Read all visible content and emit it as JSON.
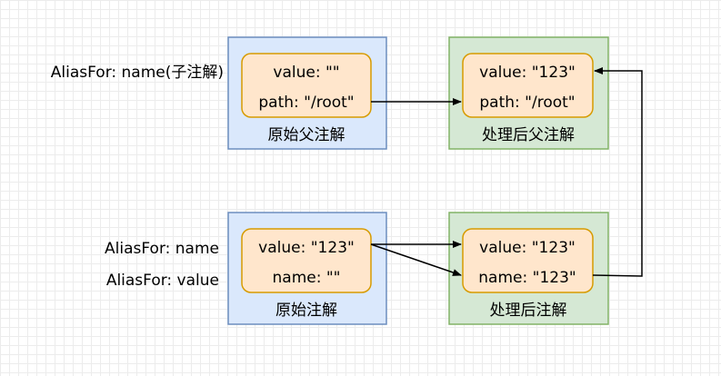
{
  "colors": {
    "blue_fill": "#dae8fc",
    "blue_stroke": "#6c8ebf",
    "green_fill": "#d5e8d4",
    "green_stroke": "#82b366",
    "orange_fill": "#ffe6cc",
    "orange_stroke": "#d79b00",
    "arrow": "#000000",
    "text": "#000000"
  },
  "top_left": {
    "side_label": "AliasFor: name(子注解)",
    "line1": "value: \"\"",
    "line2": "path: \"/root\"",
    "caption": "原始父注解"
  },
  "top_right": {
    "line1": "value: \"123\"",
    "line2": "path: \"/root\"",
    "caption": "处理后父注解"
  },
  "bottom_left": {
    "side_label1": "AliasFor: name",
    "side_label2": "AliasFor: value",
    "line1": "value: \"123\"",
    "line2": "name: \"\"",
    "caption": "原始注解"
  },
  "bottom_right": {
    "line1": "value: \"123\"",
    "line2": "name: \"123\"",
    "caption": "处理后注解"
  }
}
